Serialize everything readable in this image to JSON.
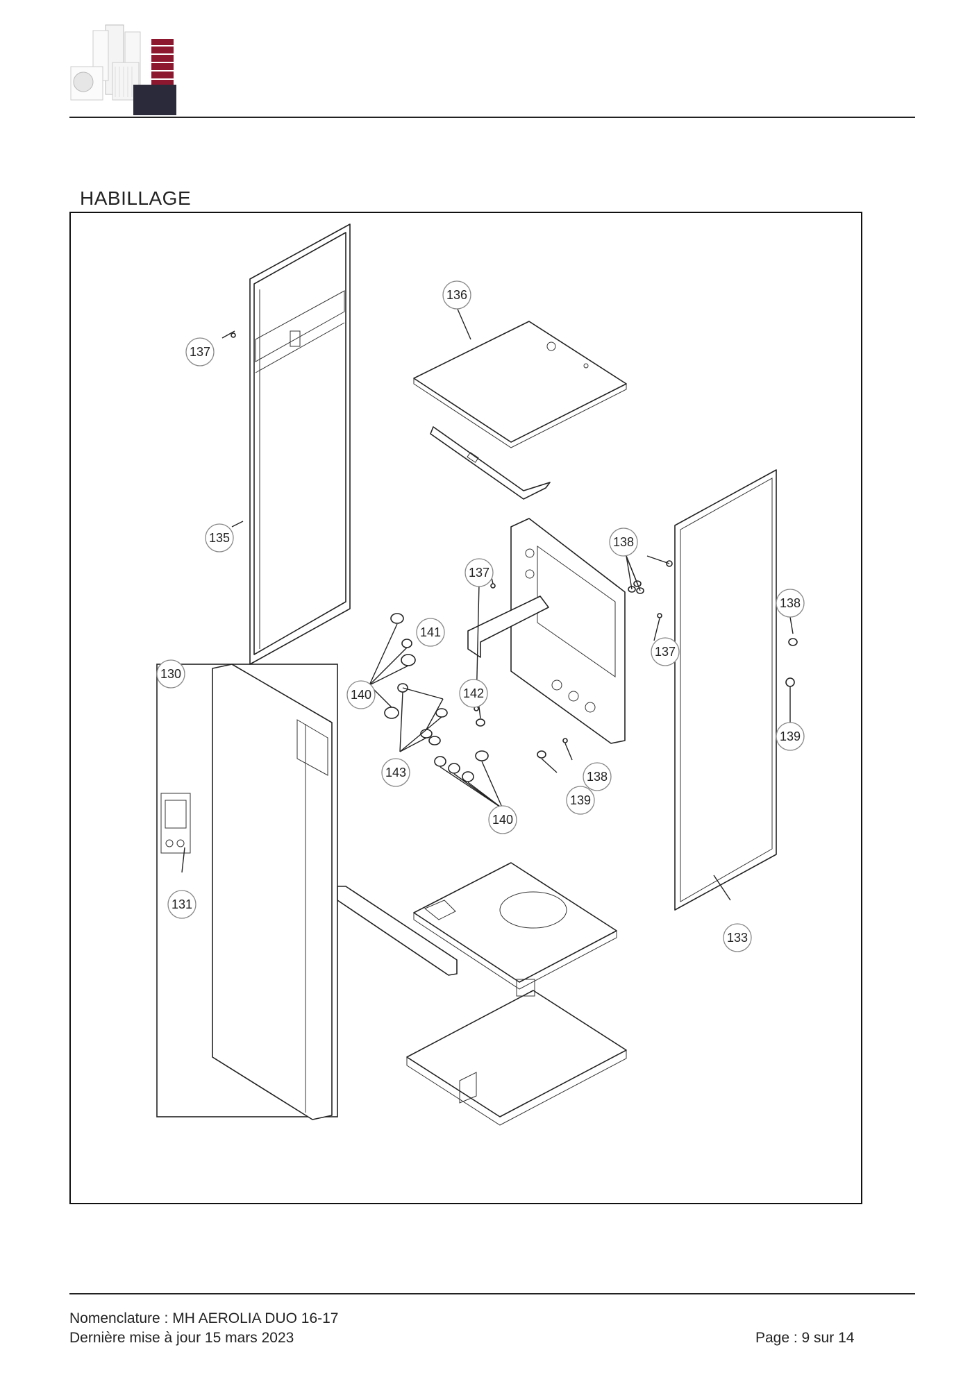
{
  "header": {
    "logo_icon": "product-range-logo"
  },
  "section": {
    "title": "HABILLAGE"
  },
  "callouts": [
    {
      "id": "c-136",
      "label": "136"
    },
    {
      "id": "c-137a",
      "label": "137"
    },
    {
      "id": "c-135",
      "label": "135"
    },
    {
      "id": "c-138a",
      "label": "138"
    },
    {
      "id": "c-137b",
      "label": "137"
    },
    {
      "id": "c-138b",
      "label": "138"
    },
    {
      "id": "c-141",
      "label": "141"
    },
    {
      "id": "c-137c",
      "label": "137"
    },
    {
      "id": "c-130",
      "label": "130"
    },
    {
      "id": "c-140a",
      "label": "140"
    },
    {
      "id": "c-142",
      "label": "142"
    },
    {
      "id": "c-139a",
      "label": "139"
    },
    {
      "id": "c-143",
      "label": "143"
    },
    {
      "id": "c-138c",
      "label": "138"
    },
    {
      "id": "c-139b",
      "label": "139"
    },
    {
      "id": "c-140b",
      "label": "140"
    },
    {
      "id": "c-131",
      "label": "131"
    },
    {
      "id": "c-133",
      "label": "133"
    }
  ],
  "footer": {
    "document": "Nomenclature : MH AEROLIA DUO 16-17",
    "updated": "Dernière mise à jour 15 mars 2023",
    "page": "Page : 9 sur 14"
  }
}
